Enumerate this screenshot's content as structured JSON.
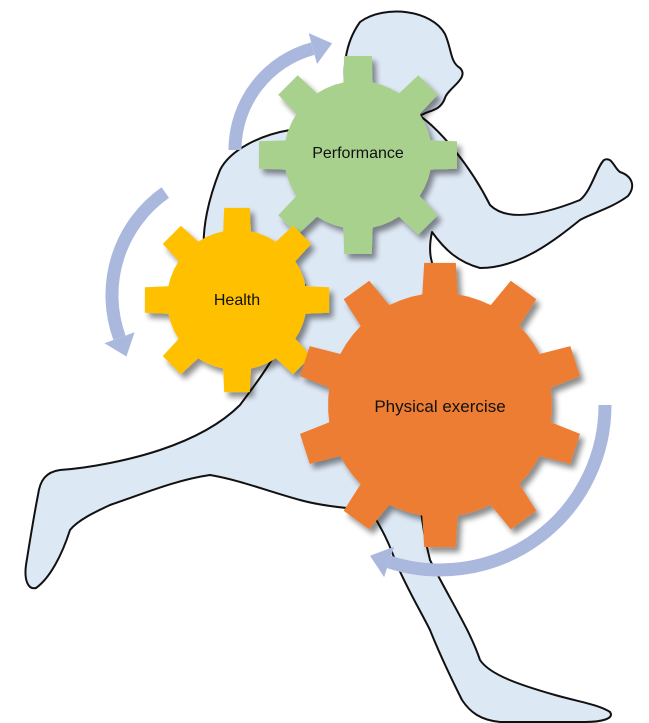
{
  "colors": {
    "background": "#ffffff",
    "runner_fill": "#dde8f5",
    "runner_stroke": "#111111",
    "arrow": "#a9b8dc",
    "performance_gear": "#a9d18e",
    "health_gear": "#ffc000",
    "exercise_gear": "#ed7d31",
    "gear_shadow": "#9a9a9a"
  },
  "gears": {
    "performance": {
      "label": "Performance"
    },
    "health": {
      "label": "Health"
    },
    "exercise": {
      "label": "Physical exercise"
    }
  },
  "icons": [
    "runner-silhouette",
    "circular-arrow",
    "gear"
  ]
}
